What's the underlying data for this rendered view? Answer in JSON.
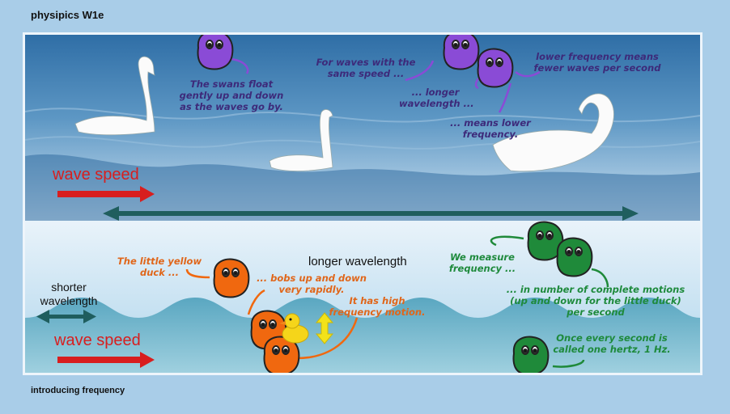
{
  "header": {
    "title": "physipics W1e"
  },
  "footer": {
    "caption": "introducing frequency"
  },
  "top_scene": {
    "wave_speed_label": "wave speed",
    "swans_note": "The swans float\ngently up and down\nas the waves go by.",
    "same_speed_note": "For waves with the\nsame speed ...",
    "longer_wavelength_note": "... longer\nwavelength ...",
    "lower_frequency_note": "... means lower\nfrequency.",
    "fewer_waves_note": "lower frequency means\nfewer waves per second"
  },
  "middle": {
    "longer_wavelength_label": "longer wavelength"
  },
  "bottom_scene": {
    "shorter_wavelength_label": "shorter\nwavelength",
    "wave_speed_label": "wave speed",
    "duck_note": "The little yellow\nduck ...",
    "bobs_note": "... bobs up and down\nvery rapidly.",
    "high_frequency_note": "It has high\nfrequency motion.",
    "measure_note": "We measure\nfrequency ...",
    "complete_motions_note": "... in number of complete motions\n(up and down for the little duck)\nper second",
    "hertz_note": "Once every second is\ncalled one hertz, 1 Hz."
  },
  "colors": {
    "purple_character": "#8a4bd6",
    "orange_character": "#f0680f",
    "green_character": "#1f8a3a",
    "wave_speed_arrow": "#d81e1e",
    "wavelength_arrow": "#1f5e5e",
    "frequency_arrow": "#f2e21a"
  },
  "icons": {
    "character": "blob-character-icon",
    "duck": "rubber-duck-icon",
    "swan": "swan-icon",
    "updown": "up-down-arrow-icon"
  }
}
